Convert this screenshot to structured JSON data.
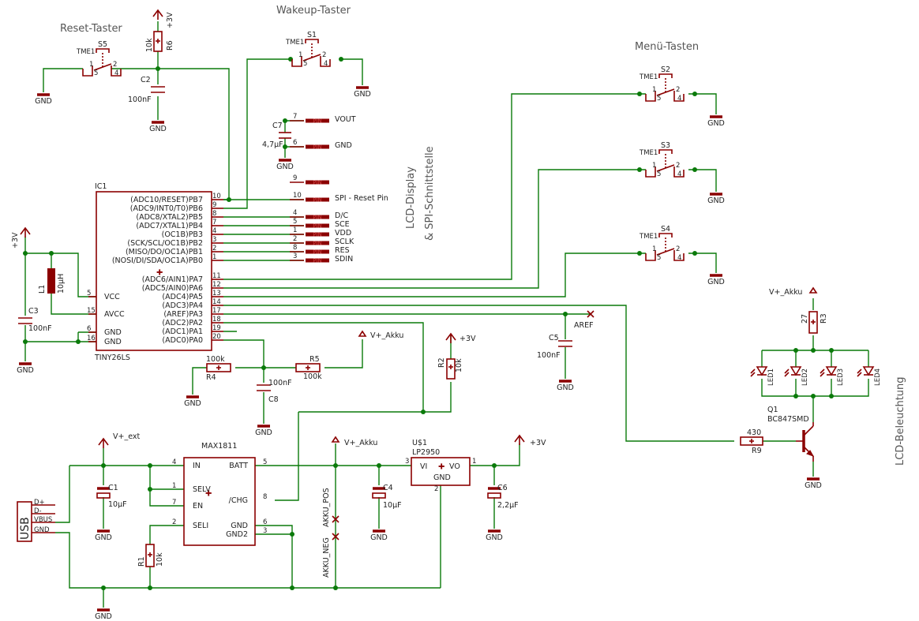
{
  "title_labels": {
    "reset": "Reset-Taster",
    "wakeup": "Wakeup-Taster",
    "menu": "Menü-Tasten",
    "lcd_display": "LCD-Display",
    "spi": "& SPI-Schnittstelle",
    "lcd_light": "LCD-Beleuchtung"
  },
  "ic1": {
    "name": "IC1",
    "value": "TINY26LS",
    "pins_left": [
      "VCC",
      "AVCC",
      "GND",
      "GND"
    ],
    "pins_left_num": [
      "5",
      "15",
      "6",
      "16"
    ],
    "pins_right": [
      "(ADC10/RESET)PB7",
      "(ADC9/INT0/T0)PB6",
      "(ADC8/XTAL2)PB5",
      "(ADC7/XTAL1)PB4",
      "(OC1B)PB3",
      "(SCK/SCL/OC1B)PB2",
      "(MISO/DO/OC1A)PB1",
      "(NOSI/DI/SDA/OC1A)PB0",
      "(ADC6/AIN1)PA7",
      "(ADC5/AIN0)PA6",
      "(ADC4)PA5",
      "(ADC3)PA4",
      "(AREF)PA3",
      "(ADC2)PA2",
      "(ADC1)PA1",
      "(ADC0)PA0"
    ],
    "pins_right_num": [
      "10",
      "9",
      "8",
      "7",
      "4",
      "3",
      "2",
      "1",
      "11",
      "12",
      "13",
      "14",
      "17",
      "18",
      "19",
      "20"
    ]
  },
  "lcd_pins": {
    "nums": [
      "7",
      "6",
      "9",
      "10",
      "4",
      "5",
      "1",
      "2",
      "8",
      "3"
    ],
    "names": [
      "VOUT",
      "GND",
      "",
      "SPI - Reset Pin",
      "D/C",
      "SCE",
      "VDD",
      "SCLK",
      "RES",
      "SDIN"
    ],
    "pin_word": "PIN"
  },
  "switches": {
    "s1": "S1",
    "s2": "S2",
    "s3": "S3",
    "s4": "S4",
    "s5": "S5",
    "type": "TME1",
    "n1": "1",
    "n2": "2",
    "n4": "4",
    "n5": "5"
  },
  "parts": {
    "r6": "R6",
    "r6v": "10k",
    "c2": "C2",
    "c2v": "100nF",
    "c7": "C7",
    "c7v": "4,7µF",
    "l1": "L1",
    "l1v": "10µH",
    "c3": "C3",
    "c3v": "100nF",
    "r4": "R4",
    "r4v": "100k",
    "r5": "R5",
    "r5v": "100k",
    "c8": "C8",
    "c8v": "100nF",
    "r2": "R2",
    "r2v": "10k",
    "c5": "C5",
    "c5v": "100nF",
    "r3": "R3",
    "r3v": "27",
    "r9": "R9",
    "r9v": "430",
    "q1": "Q1",
    "q1v": "BC847SMD",
    "leds": [
      "LED1",
      "LED2",
      "LED3",
      "LED4"
    ],
    "c1": "C1",
    "c1v": "10µF",
    "c4": "C4",
    "c4v": "10µF",
    "c6": "C6",
    "c6v": "2,2µF",
    "r1": "R1",
    "r1v": "10k"
  },
  "max1811": {
    "name": "MAX1811",
    "pins": [
      "IN",
      "SELV",
      "EN",
      "SELI",
      "BATT",
      "/CHG",
      "GND",
      "GND2"
    ],
    "nums": [
      "4",
      "1",
      "7",
      "2",
      "5",
      "8",
      "6",
      "3"
    ]
  },
  "lp2950": {
    "name": "U$1",
    "value": "LP2950",
    "vi": "VI",
    "vo": "VO",
    "gnd": "GND",
    "n3": "3",
    "n1": "1",
    "n2": "2"
  },
  "supply": {
    "p3v": "+3V",
    "vakku": "V+_Akku",
    "vext": "V+_ext",
    "gnd": "GND",
    "aref": "AREF",
    "akku_pos": "AKKU_POS",
    "akku_neg": "AKKU_NEG"
  },
  "usb": {
    "label": "USB",
    "pins": [
      "D+",
      "D-",
      "VBUS",
      "GND"
    ]
  }
}
